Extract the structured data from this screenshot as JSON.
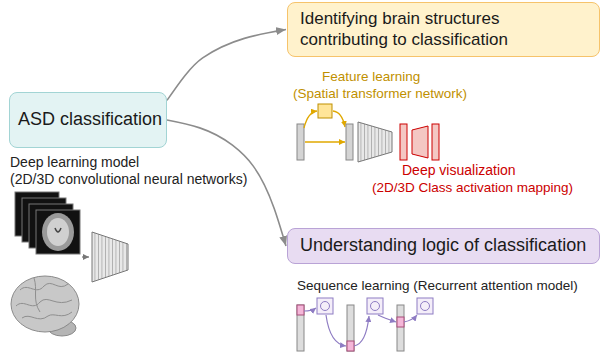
{
  "diagram": {
    "nodes": [
      {
        "text": [
          "ASD classification"
        ]
      },
      {
        "text": [
          "Identifying brain structures contributing to classification"
        ]
      },
      {
        "text": [
          "Understanding logic of classification"
        ]
      }
    ],
    "edges": [
      {
        "from": 0,
        "to": 1,
        "arrow": "to"
      },
      {
        "from": 0,
        "to": 2,
        "arrow": "to"
      }
    ],
    "labels": [
      "Deep learning model",
      "(2D/3D convolutional neural networks)",
      "Feature learning",
      "(Spatial transformer network)",
      "Deep visualization",
      "(2D/3D Class activation mapping)",
      "Sequence learning (Recurrent attention model)"
    ]
  }
}
